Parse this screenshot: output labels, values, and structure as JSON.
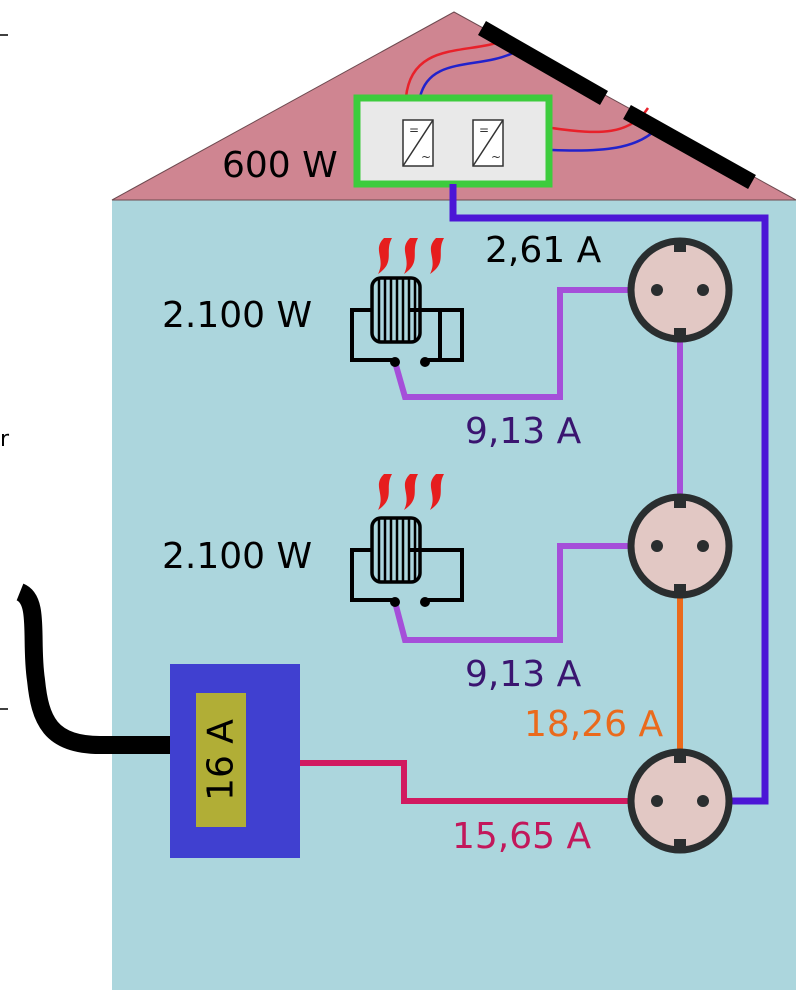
{
  "labels": {
    "inverter_power": "600 W",
    "heater1_power": "2.100 W",
    "heater2_power": "2.100 W",
    "current_inverter": "2,61 A",
    "current_heater1": "9,13 A",
    "current_heater2": "9,13 A",
    "current_socket_chain": "18,26 A",
    "current_main": "15,65 A",
    "fuse_rating": "16 A",
    "inverter_symbol_top": "=",
    "inverter_symbol_bottom": "~",
    "margin_mark_right": "r"
  },
  "colors": {
    "wall": "#acd6dd",
    "roof": "#cf8591",
    "inverter_frame": "#3dcc3d",
    "inverter_fill": "#e9e9e9",
    "solar_panel": "#000000",
    "wire_dc_positive": "#e8212a",
    "wire_dc_negative": "#2222cc",
    "wire_inverter": "#4b16d6",
    "wire_heater": "#a54fd9",
    "wire_socket_chain": "#ea6a1c",
    "wire_main": "#d11a60",
    "socket_face": "#e2c8c4",
    "socket_rim": "#2a2e2f",
    "fuse_box": "#4040d0",
    "fuse_label_bg": "#b1ae36",
    "label_inverter_current": "#000000",
    "label_heater_current": "#3a1570",
    "label_chain_current": "#ea6a1c",
    "label_main_current": "#c2185b",
    "flame": "#e61e1e"
  },
  "icons": [
    "solar-panel-icon",
    "inverter-icon",
    "heater-coil-icon",
    "flame-icon",
    "socket-icon",
    "fuse-box-icon",
    "power-cable-icon"
  ]
}
